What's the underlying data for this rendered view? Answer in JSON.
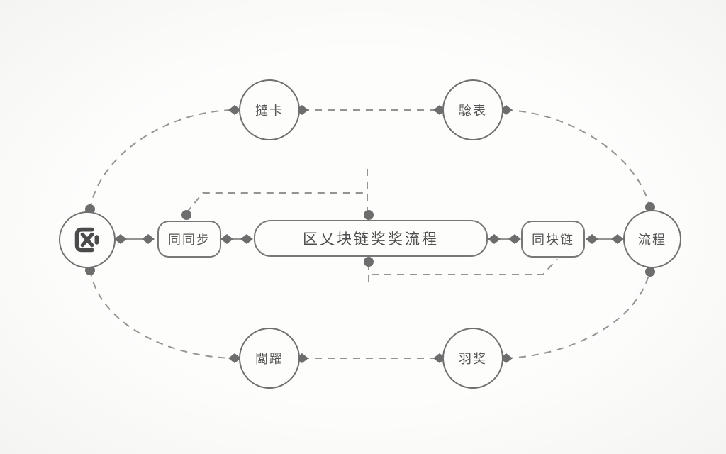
{
  "canvas": {
    "background": "#fbfbfa",
    "line_color": "#949494",
    "node_border_color": "#6f6f6f",
    "marker_color": "#6d6d6d",
    "text_color": "#565656"
  },
  "diagram": {
    "type": "flow-diagram",
    "title": "区乂块链奖奖流程",
    "nodes": {
      "hub_left": {
        "shape": "circle",
        "label": "",
        "icon": "close-box-icon"
      },
      "top_left": {
        "shape": "circle",
        "label": "撻卡"
      },
      "top_right": {
        "shape": "circle",
        "label": "騐表"
      },
      "bottom_left": {
        "shape": "circle",
        "label": "闆躍"
      },
      "bottom_right": {
        "shape": "circle",
        "label": "羽奖"
      },
      "hub_right": {
        "shape": "circle",
        "label": "流程"
      },
      "box_left": {
        "shape": "rounded-rect",
        "label": "同同步"
      },
      "box_center": {
        "shape": "rounded-rect",
        "label": "区乂块链奖奖流程"
      },
      "box_right": {
        "shape": "rounded-rect",
        "label": "同块链"
      }
    },
    "edges": [
      {
        "from": "hub_left",
        "to": "top_left",
        "style": "dashed-curve"
      },
      {
        "from": "top_left",
        "to": "top_right",
        "style": "dashed-line"
      },
      {
        "from": "top_right",
        "to": "hub_right",
        "style": "dashed-curve"
      },
      {
        "from": "hub_left",
        "to": "bottom_left",
        "style": "dashed-curve"
      },
      {
        "from": "bottom_left",
        "to": "bottom_right",
        "style": "dashed-line"
      },
      {
        "from": "bottom_right",
        "to": "hub_right",
        "style": "dashed-curve"
      },
      {
        "from": "hub_left",
        "to": "box_left",
        "style": "solid-line"
      },
      {
        "from": "box_left",
        "to": "box_center",
        "style": "solid-line"
      },
      {
        "from": "box_center",
        "to": "box_right",
        "style": "solid-line"
      },
      {
        "from": "box_right",
        "to": "hub_right",
        "style": "solid-line"
      },
      {
        "from": "box_left",
        "to": "box_center",
        "style": "dashed-elbow-top"
      },
      {
        "from": "box_center",
        "to": "box_right",
        "style": "dashed-elbow-bottom"
      }
    ]
  }
}
